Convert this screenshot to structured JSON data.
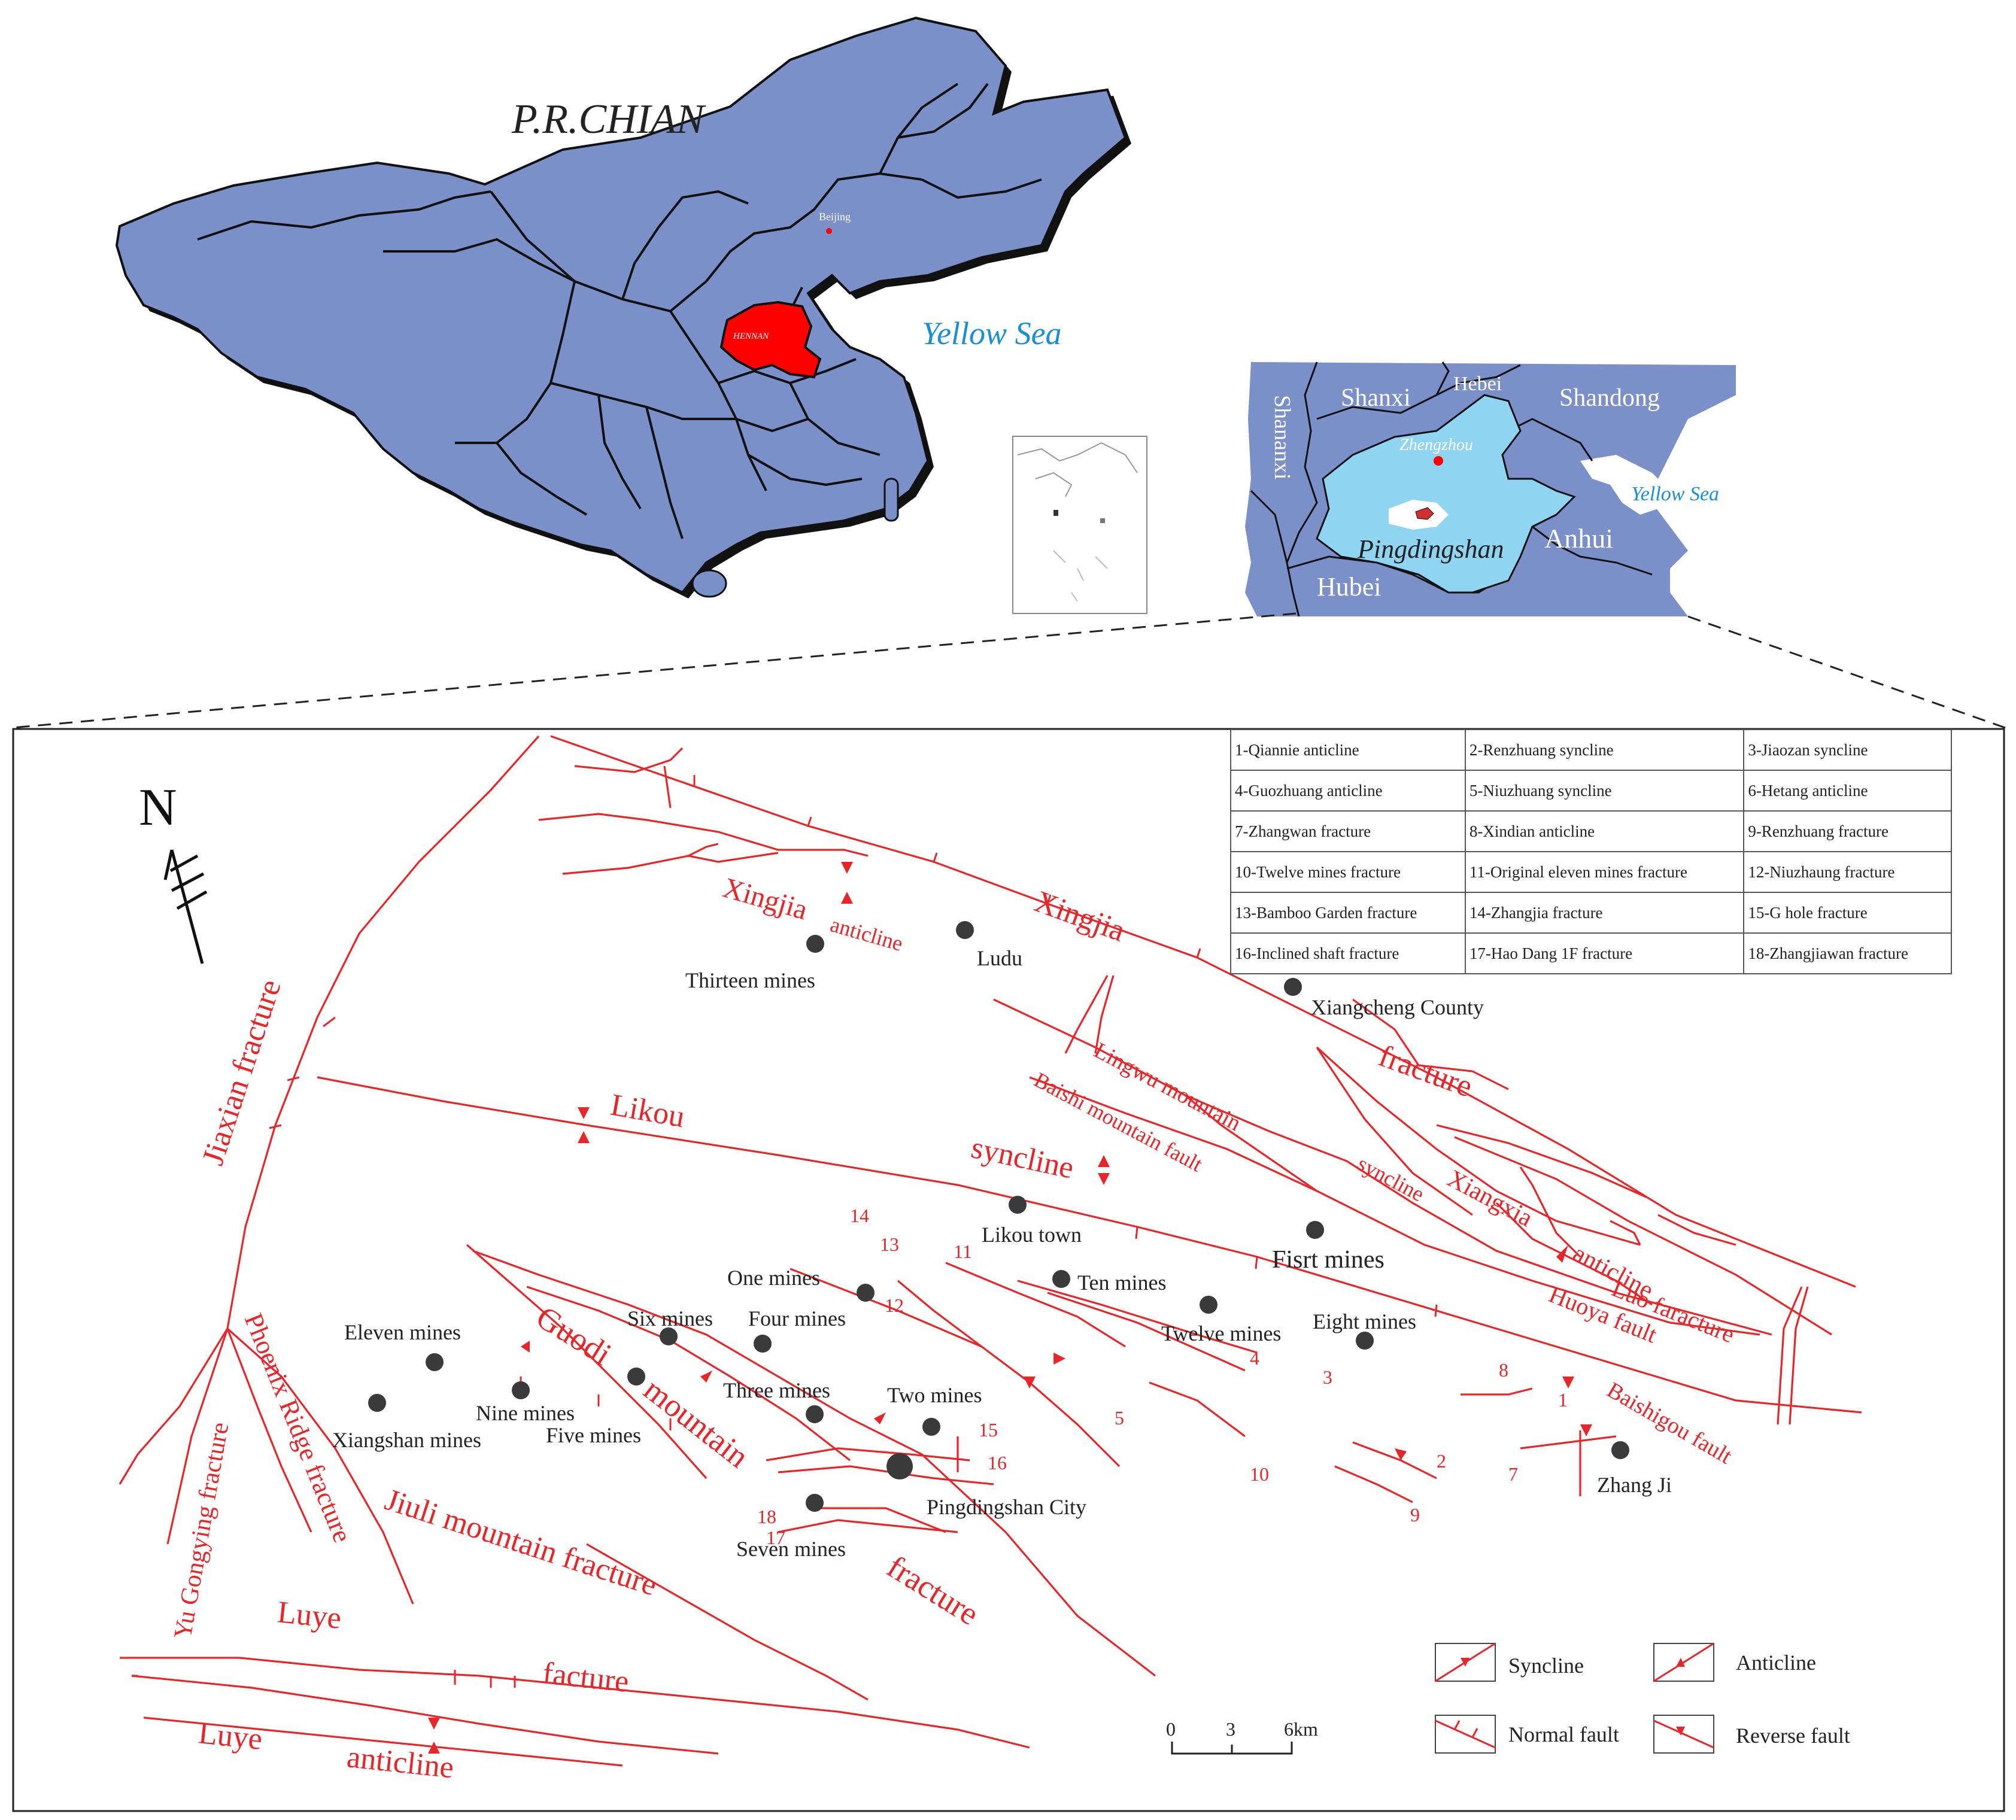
{
  "country_label": "P.R.CHIAN",
  "capital_label": "Beijing",
  "province_label": "HENNAN",
  "sea_label_main": "Yellow Sea",
  "regional": {
    "shanxi": "Shanxi",
    "hebei": "Hebei",
    "shandong": "Shandong",
    "shananxi": "Shananxi",
    "zhengzhou": "Zhengzhou",
    "yellow_sea": "Yellow Sea",
    "pingdingshan": "Pingdingshan",
    "anhui": "Anhui",
    "hubei": "Hubei"
  },
  "north_label": "N",
  "structures": [
    "1-Qiannie anticline",
    "2-Renzhuang syncline",
    "3-Jiaozan syncline",
    "4-Guozhuang anticline",
    "5-Niuzhuang syncline",
    "6-Hetang anticline",
    "7-Zhangwan fracture",
    "8-Xindian anticline",
    "9-Renzhuang fracture",
    "10-Twelve mines fracture",
    "11-Original eleven mines fracture",
    "12-Niuzhaung fracture",
    "13-Bamboo Garden fracture",
    "14-Zhangjia fracture",
    "15-G hole fracture",
    "16-Inclined shaft fracture",
    "17-Hao Dang 1F fracture",
    "18-Zhangjiawan fracture"
  ],
  "places": {
    "thirteen": "Thirteen mines",
    "ludu": "Ludu",
    "xiangcheng": "Xiangcheng County",
    "likou_town": "Likou town",
    "first": "Fisrt mines",
    "one": "One mines",
    "ten": "Ten mines",
    "twelve": "Twelve mines",
    "eight": "Eight mines",
    "six": "Six mines",
    "four": "Four mines",
    "eleven": "Eleven mines",
    "nine": "Nine mines",
    "xiangshan": "Xiangshan mines",
    "five": "Five mines",
    "three": "Three mines",
    "two": "Two mines",
    "city": "Pingdingshan City",
    "seven": "Seven mines",
    "zhangji": "Zhang Ji"
  },
  "features": {
    "xingjia_anticline_a": "Xingjia",
    "xingjia_anticline_b": "anticline",
    "xingjia_fracture_a": "Xingjia",
    "xingjia_fracture_b": "fracture",
    "jiaxian": "Jiaxian fracture",
    "likou_a": "Likou",
    "likou_b": "syncline",
    "lingwu": "Lingwu mountain",
    "baishi": "Baishi mountain fault",
    "lingwu_syncline": "syncline",
    "xiangxia_a": "Xiangxia",
    "xiangxia_b": "anticline",
    "luo": "Luo faracture",
    "huoya": "Huoya fault",
    "baishigou": "Baishigou fault",
    "guodi_a": "Guodi",
    "guodi_b": "mountain",
    "guodi_c": "fracture",
    "yugongying": "Yu Gongying fracture",
    "phoenix": "Phoenix Ridge fracture",
    "jiuli": "Jiuli mountain fracture",
    "luye_a": "Luye",
    "luye_b": "facture",
    "luye_c": "Luye",
    "luye_d": "anticline"
  },
  "numbers": [
    "14",
    "13",
    "11",
    "12",
    "4",
    "5",
    "10",
    "3",
    "8",
    "1",
    "2",
    "7",
    "9",
    "15",
    "16",
    "18",
    "17"
  ],
  "legend": {
    "syncline": "Syncline",
    "anticline": "Anticline",
    "normal": "Normal fault",
    "reverse": "Reverse fault"
  },
  "scale": {
    "t0": "0",
    "t3": "3",
    "t6": "6km"
  },
  "colors": {
    "province_fill": "#7b8fc8",
    "henan_fill": "#ff0000",
    "henan_light": "#8fd4f0",
    "fault_red": "#e8262a",
    "label_blue": "#1a8fd6"
  }
}
